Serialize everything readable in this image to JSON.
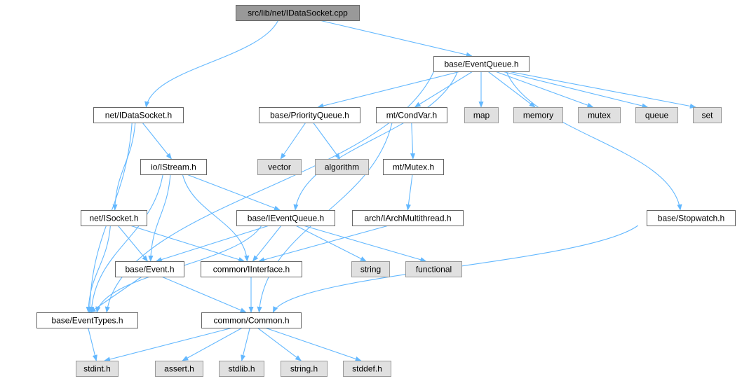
{
  "colors": {
    "edge": "#63b8ff",
    "root_fill": "#999999",
    "root_border": "#666666",
    "local_fill": "#ffffff",
    "local_border": "#666666",
    "system_fill": "#e0e0e0",
    "system_border": "#999999",
    "text": "#000000"
  },
  "nodes": [
    {
      "id": "root",
      "label": "src/lib/net/IDataSocket.cpp",
      "kind": "root"
    },
    {
      "id": "eventqueue",
      "label": "base/EventQueue.h",
      "kind": "local"
    },
    {
      "id": "idatasocket",
      "label": "net/IDataSocket.h",
      "kind": "local"
    },
    {
      "id": "priorityqueue",
      "label": "base/PriorityQueue.h",
      "kind": "local"
    },
    {
      "id": "condvar",
      "label": "mt/CondVar.h",
      "kind": "local"
    },
    {
      "id": "map",
      "label": "map",
      "kind": "system"
    },
    {
      "id": "memory",
      "label": "memory",
      "kind": "system"
    },
    {
      "id": "mutex",
      "label": "mutex",
      "kind": "system"
    },
    {
      "id": "queue",
      "label": "queue",
      "kind": "system"
    },
    {
      "id": "set",
      "label": "set",
      "kind": "system"
    },
    {
      "id": "istream",
      "label": "io/IStream.h",
      "kind": "local"
    },
    {
      "id": "vector",
      "label": "vector",
      "kind": "system"
    },
    {
      "id": "algorithm",
      "label": "algorithm",
      "kind": "system"
    },
    {
      "id": "mtmutex",
      "label": "mt/Mutex.h",
      "kind": "local"
    },
    {
      "id": "isocket",
      "label": "net/ISocket.h",
      "kind": "local"
    },
    {
      "id": "ieventqueue",
      "label": "base/IEventQueue.h",
      "kind": "local"
    },
    {
      "id": "iarchmt",
      "label": "arch/IArchMultithread.h",
      "kind": "local"
    },
    {
      "id": "stopwatch",
      "label": "base/Stopwatch.h",
      "kind": "local"
    },
    {
      "id": "event",
      "label": "base/Event.h",
      "kind": "local"
    },
    {
      "id": "iinterface",
      "label": "common/IInterface.h",
      "kind": "local"
    },
    {
      "id": "string",
      "label": "string",
      "kind": "system"
    },
    {
      "id": "functional",
      "label": "functional",
      "kind": "system"
    },
    {
      "id": "eventtypes",
      "label": "base/EventTypes.h",
      "kind": "local"
    },
    {
      "id": "common",
      "label": "common/Common.h",
      "kind": "local"
    },
    {
      "id": "stdint",
      "label": "stdint.h",
      "kind": "system"
    },
    {
      "id": "assert",
      "label": "assert.h",
      "kind": "system"
    },
    {
      "id": "stdlib",
      "label": "stdlib.h",
      "kind": "system"
    },
    {
      "id": "stringh",
      "label": "string.h",
      "kind": "system"
    },
    {
      "id": "stddef",
      "label": "stddef.h",
      "kind": "system"
    }
  ],
  "edges": [
    [
      "root",
      "eventqueue"
    ],
    [
      "root",
      "idatasocket"
    ],
    [
      "eventqueue",
      "eventtypes"
    ],
    [
      "eventqueue",
      "ieventqueue"
    ],
    [
      "eventqueue",
      "priorityqueue"
    ],
    [
      "eventqueue",
      "condvar"
    ],
    [
      "eventqueue",
      "map"
    ],
    [
      "eventqueue",
      "memory"
    ],
    [
      "eventqueue",
      "mutex"
    ],
    [
      "eventqueue",
      "queue"
    ],
    [
      "eventqueue",
      "set"
    ],
    [
      "eventqueue",
      "stopwatch"
    ],
    [
      "idatasocket",
      "istream"
    ],
    [
      "idatasocket",
      "isocket"
    ],
    [
      "idatasocket",
      "eventtypes"
    ],
    [
      "priorityqueue",
      "vector"
    ],
    [
      "priorityqueue",
      "algorithm"
    ],
    [
      "condvar",
      "mtmutex"
    ],
    [
      "condvar",
      "common"
    ],
    [
      "mtmutex",
      "iarchmt"
    ],
    [
      "iarchmt",
      "iinterface"
    ],
    [
      "istream",
      "ieventqueue"
    ],
    [
      "istream",
      "event"
    ],
    [
      "istream",
      "iinterface"
    ],
    [
      "istream",
      "eventtypes"
    ],
    [
      "isocket",
      "event"
    ],
    [
      "isocket",
      "iinterface"
    ],
    [
      "isocket",
      "eventtypes"
    ],
    [
      "ieventqueue",
      "event"
    ],
    [
      "ieventqueue",
      "iinterface"
    ],
    [
      "ieventqueue",
      "string"
    ],
    [
      "ieventqueue",
      "functional"
    ],
    [
      "ieventqueue",
      "eventtypes"
    ],
    [
      "stopwatch",
      "common"
    ],
    [
      "event",
      "eventtypes"
    ],
    [
      "event",
      "common"
    ],
    [
      "iinterface",
      "common"
    ],
    [
      "eventtypes",
      "stdint"
    ],
    [
      "common",
      "stdint"
    ],
    [
      "common",
      "assert"
    ],
    [
      "common",
      "stdlib"
    ],
    [
      "common",
      "stringh"
    ],
    [
      "common",
      "stddef"
    ]
  ]
}
